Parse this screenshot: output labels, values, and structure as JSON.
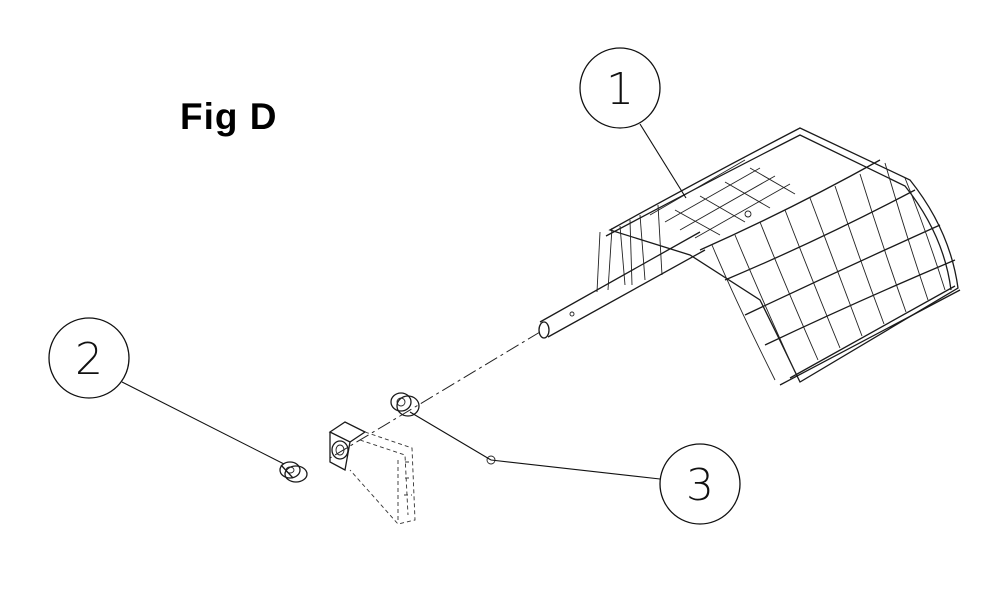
{
  "figure": {
    "title": "Fig D",
    "callouts": [
      {
        "id": "1",
        "label": "1"
      },
      {
        "id": "2",
        "label": "2"
      },
      {
        "id": "3",
        "label": "3"
      }
    ]
  }
}
